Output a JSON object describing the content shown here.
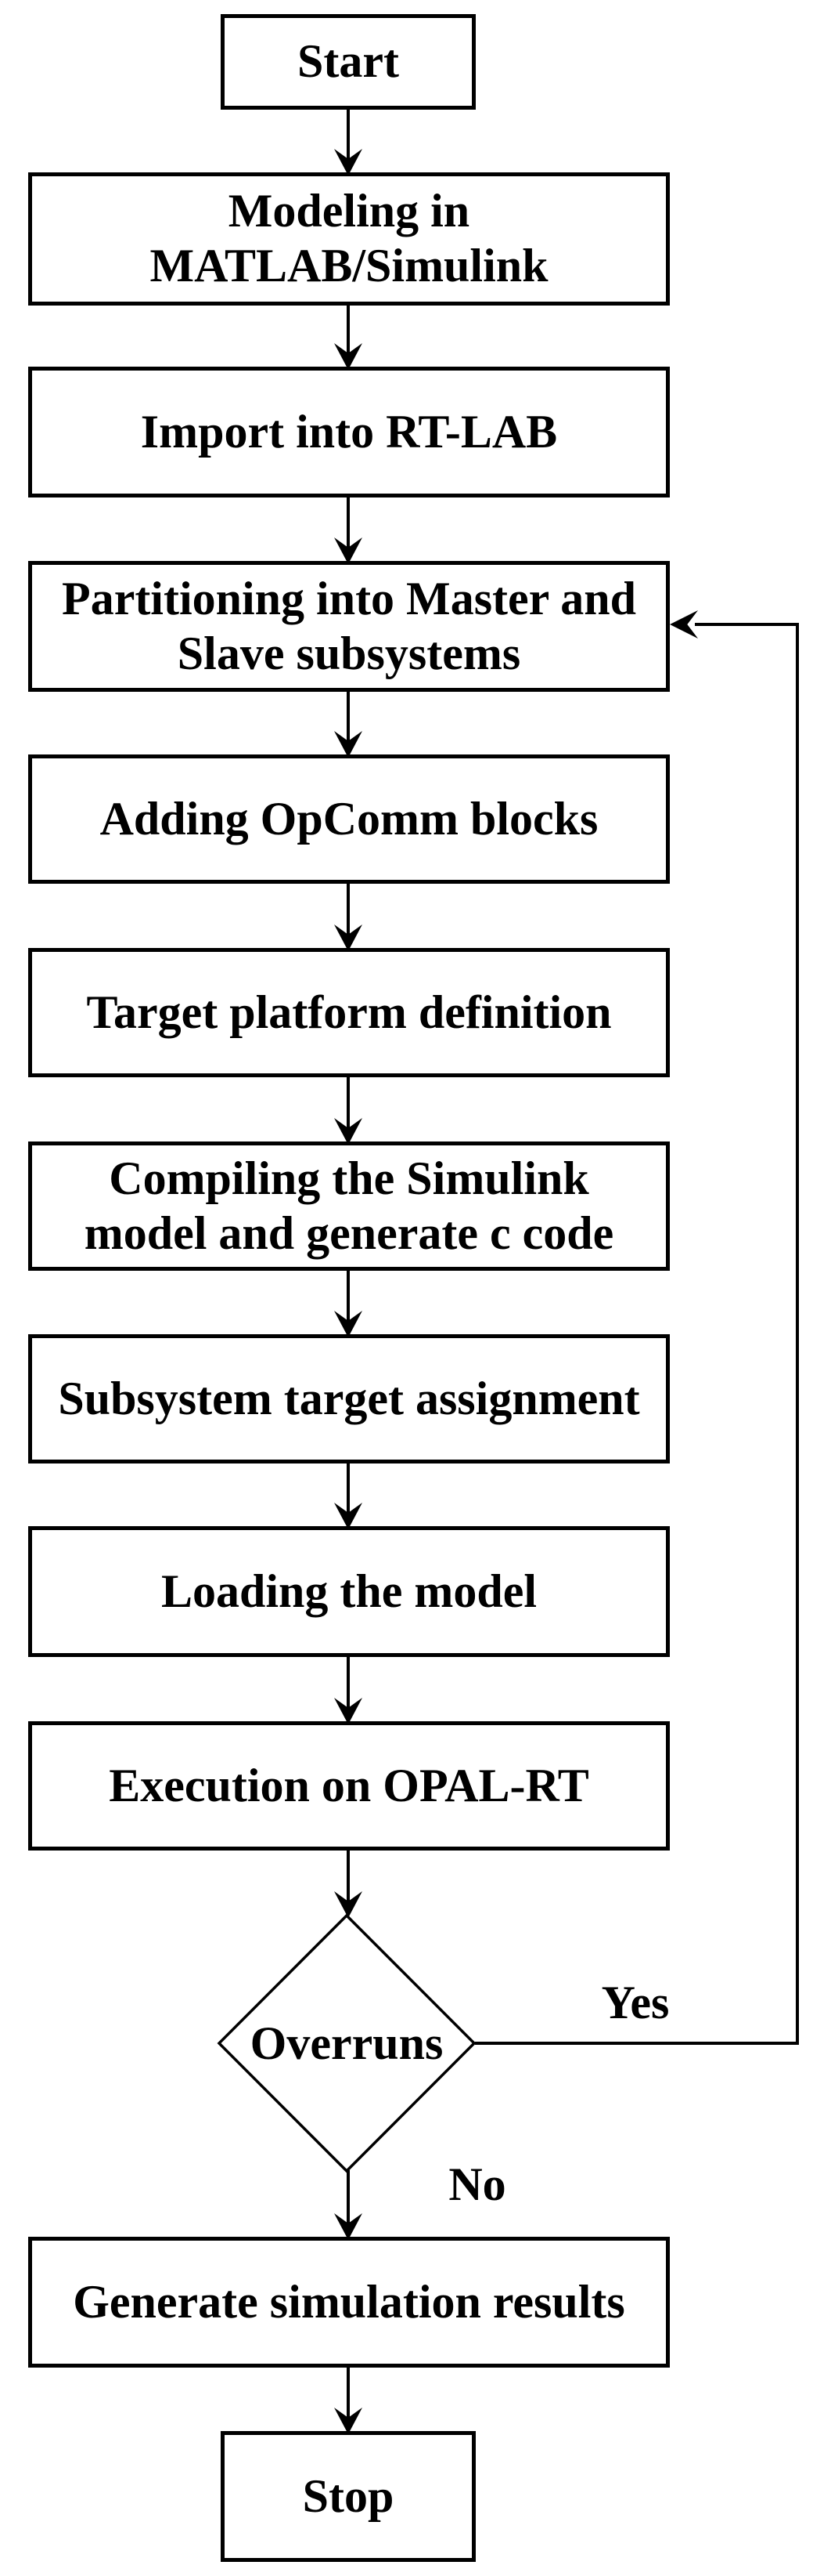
{
  "figure": {
    "type": "flowchart",
    "colors": {
      "line": "#000000",
      "background": "#ffffff",
      "text": "#000000"
    },
    "nodes": [
      {
        "id": "start",
        "shape": "rect",
        "label": "Start",
        "lines": [
          "Start"
        ]
      },
      {
        "id": "modeling",
        "shape": "rect",
        "label": "Modeling in MATLAB/Simulink",
        "lines": [
          "Modeling in",
          "MATLAB/Simulink"
        ]
      },
      {
        "id": "import-rtlab",
        "shape": "rect",
        "label": "Import into RT-LAB",
        "lines": [
          "Import into RT-LAB"
        ]
      },
      {
        "id": "partitioning",
        "shape": "rect",
        "label": "Partitioning into Master and Slave subsystems",
        "lines": [
          "Partitioning into Master and",
          "Slave subsystems"
        ]
      },
      {
        "id": "opcomm-blocks",
        "shape": "rect",
        "label": "Adding OpComm blocks",
        "lines": [
          "Adding OpComm blocks"
        ]
      },
      {
        "id": "target-platform",
        "shape": "rect",
        "label": "Target platform definition",
        "lines": [
          "Target platform definition"
        ]
      },
      {
        "id": "compiling",
        "shape": "rect",
        "label": "Compiling the Simulink model and generate c code",
        "lines": [
          "Compiling the Simulink",
          "model and generate c code"
        ]
      },
      {
        "id": "subsystem-assignment",
        "shape": "rect",
        "label": "Subsystem target assignment",
        "lines": [
          "Subsystem target assignment"
        ]
      },
      {
        "id": "loading-model",
        "shape": "rect",
        "label": "Loading the model",
        "lines": [
          "Loading the model"
        ]
      },
      {
        "id": "execution-opalrt",
        "shape": "rect",
        "label": "Execution on OPAL-RT",
        "lines": [
          "Execution on OPAL-RT"
        ]
      },
      {
        "id": "overruns-decision",
        "shape": "diamond",
        "label": "Overruns",
        "lines": [
          "Overruns"
        ]
      },
      {
        "id": "generate-results",
        "shape": "rect",
        "label": "Generate simulation results",
        "lines": [
          "Generate simulation results"
        ]
      },
      {
        "id": "stop",
        "shape": "rect",
        "label": "Stop",
        "lines": [
          "Stop"
        ]
      }
    ],
    "edge_labels": {
      "yes": "Yes",
      "no": "No"
    }
  }
}
